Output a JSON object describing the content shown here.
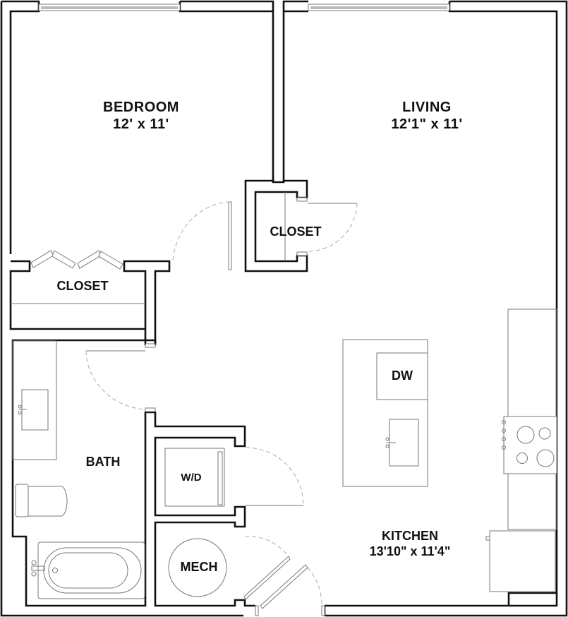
{
  "plan": {
    "rooms": {
      "bedroom": {
        "name": "BEDROOM",
        "dims": "12' x 11'"
      },
      "living": {
        "name": "LIVING",
        "dims": "12'1\" x 11'"
      },
      "bedroom_closet": {
        "name": "CLOSET"
      },
      "living_closet": {
        "name": "CLOSET"
      },
      "bath": {
        "name": "BATH"
      },
      "laundry": {
        "name": "W/D"
      },
      "mech": {
        "name": "MECH"
      },
      "dishwasher": {
        "name": "DW"
      },
      "kitchen": {
        "name": "KITCHEN",
        "dims": "13'10\" x 11'4\""
      }
    },
    "colors": {
      "wall": "#111111",
      "fixture": "#777777",
      "door_swing": "#aaaaaa",
      "background": "#ffffff"
    }
  }
}
